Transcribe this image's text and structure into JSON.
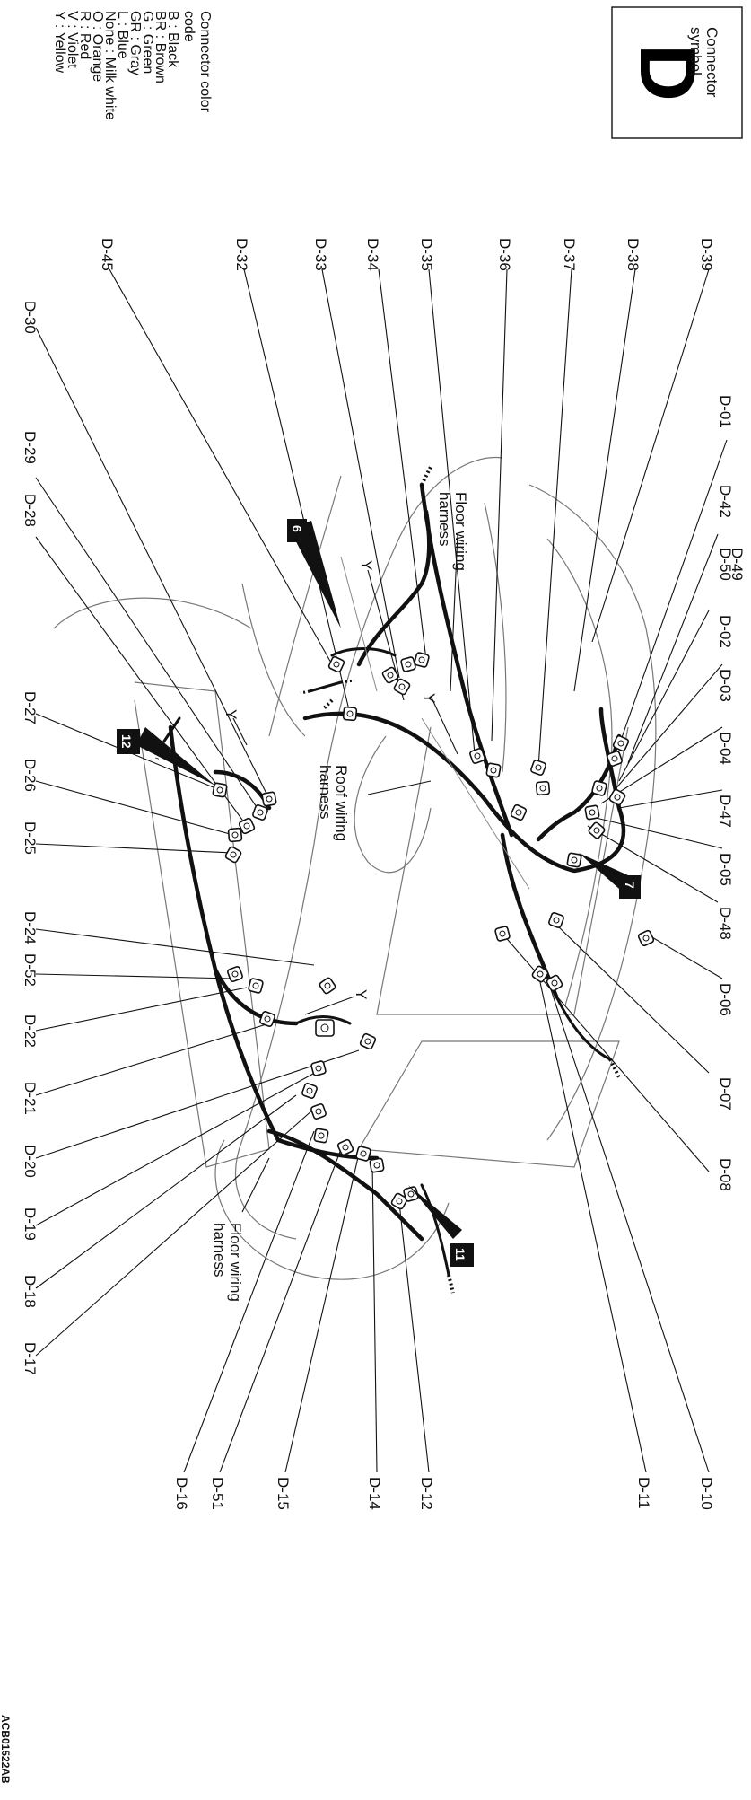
{
  "connector_symbol": {
    "label": "Connector symbol",
    "letter": "D"
  },
  "legend": {
    "title": "Connector color code",
    "items": [
      "B : Black",
      "BR : Brown",
      "G : Green",
      "GR : Gray",
      "L : Blue",
      "None : Milk white",
      "O : Orange",
      "R : Red",
      "V : Violet",
      "Y : Yellow"
    ]
  },
  "harness_labels": {
    "floor_top": "Floor wiring harness",
    "roof": "Roof wiring harness",
    "floor_bottom": "Floor wiring harness"
  },
  "color_marks": {
    "y": "Y"
  },
  "callouts": [
    "6",
    "7",
    "11",
    "12"
  ],
  "connectors": {
    "d01": "D-01",
    "d02": "D-02",
    "d03": "D-03",
    "d04": "D-04",
    "d05": "D-05",
    "d06": "D-06",
    "d07": "D-07",
    "d08": "D-08",
    "d10": "D-10",
    "d11": "D-11",
    "d12": "D-12",
    "d14": "D-14",
    "d15": "D-15",
    "d16": "D-16",
    "d17": "D-17",
    "d18": "D-18",
    "d19": "D-19",
    "d20": "D-20",
    "d21": "D-21",
    "d22": "D-22",
    "d24": "D-24",
    "d25": "D-25",
    "d26": "D-26",
    "d27": "D-27",
    "d28": "D-28",
    "d29": "D-29",
    "d30": "D-30",
    "d32": "D-32",
    "d33": "D-33",
    "d34": "D-34",
    "d35": "D-35",
    "d36": "D-36",
    "d37": "D-37",
    "d38": "D-38",
    "d39": "D-39",
    "d42": "D-42",
    "d45": "D-45",
    "d47": "D-47",
    "d48": "D-48",
    "d49": "D-49",
    "d50": "D-50",
    "d51": "D-51",
    "d52": "D-52"
  },
  "figure_code": "ACB01522AB"
}
